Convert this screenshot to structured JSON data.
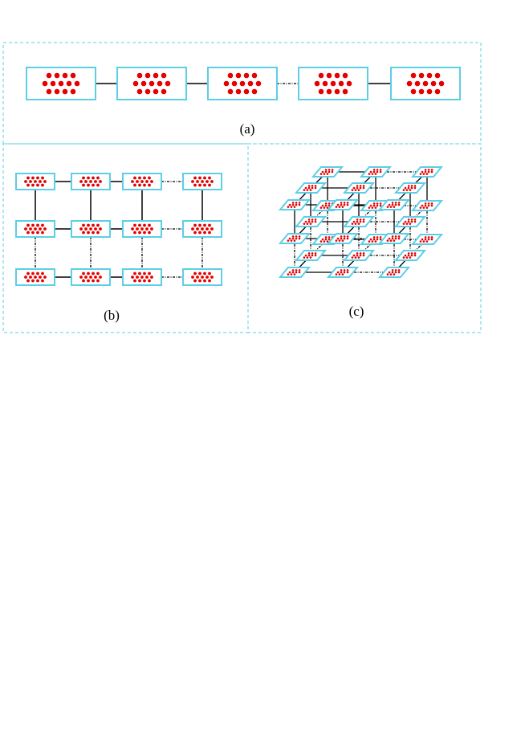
{
  "diagram": {
    "panels": [
      {
        "id": "a",
        "label": "(a)",
        "description_type": "1D chain of nodes"
      },
      {
        "id": "b",
        "label": "(b)",
        "description_type": "2D grid of nodes"
      },
      {
        "id": "c",
        "label": "(c)",
        "description_type": "3D lattice of nodes"
      }
    ],
    "colors": {
      "frame": "#5ccfe6",
      "node_border": "#5ccfe6",
      "dot": "#e60000",
      "link": "#000000"
    }
  }
}
